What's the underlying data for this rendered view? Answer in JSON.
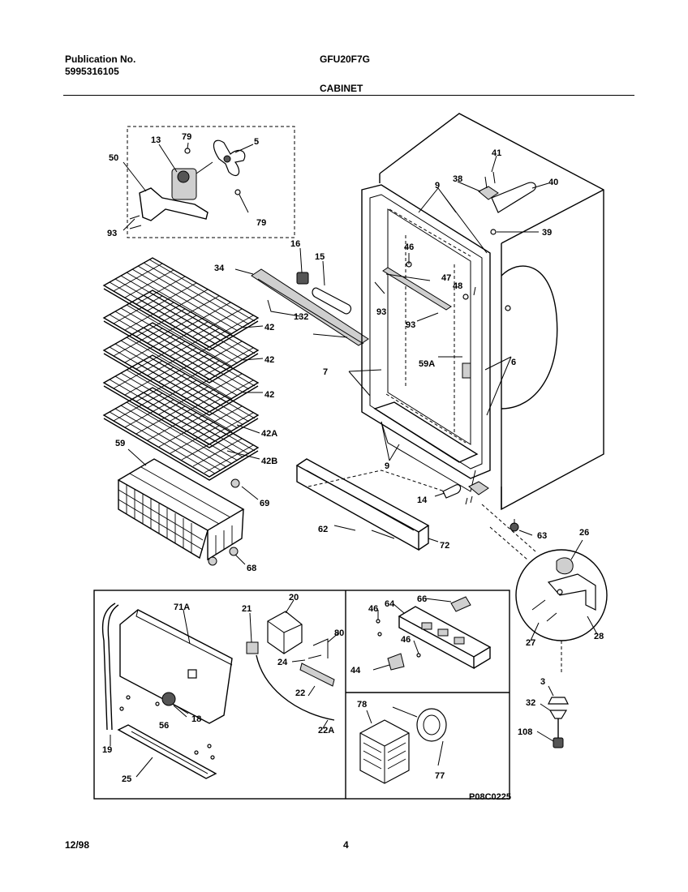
{
  "header": {
    "publication_label": "Publication No.",
    "publication_number": "5995316105",
    "model": "GFU20F7G",
    "section": "CABINET"
  },
  "footer": {
    "date": "12/98",
    "page": "4"
  },
  "diagram": {
    "drawing_code": "P08C0225",
    "callouts": [
      "50",
      "13",
      "79",
      "5",
      "93",
      "79",
      "16",
      "15",
      "34",
      "132",
      "42",
      "42",
      "42",
      "42A",
      "42B",
      "59",
      "69",
      "68",
      "41",
      "38",
      "40",
      "39",
      "9",
      "46",
      "47",
      "48",
      "93",
      "93",
      "59A",
      "7",
      "6",
      "9",
      "14",
      "62",
      "72",
      "63",
      "26",
      "27",
      "28",
      "3",
      "32",
      "108",
      "71A",
      "21",
      "20",
      "80",
      "24",
      "22",
      "22A",
      "19",
      "18",
      "56",
      "25",
      "46",
      "64",
      "66",
      "46",
      "44",
      "78",
      "77"
    ]
  }
}
